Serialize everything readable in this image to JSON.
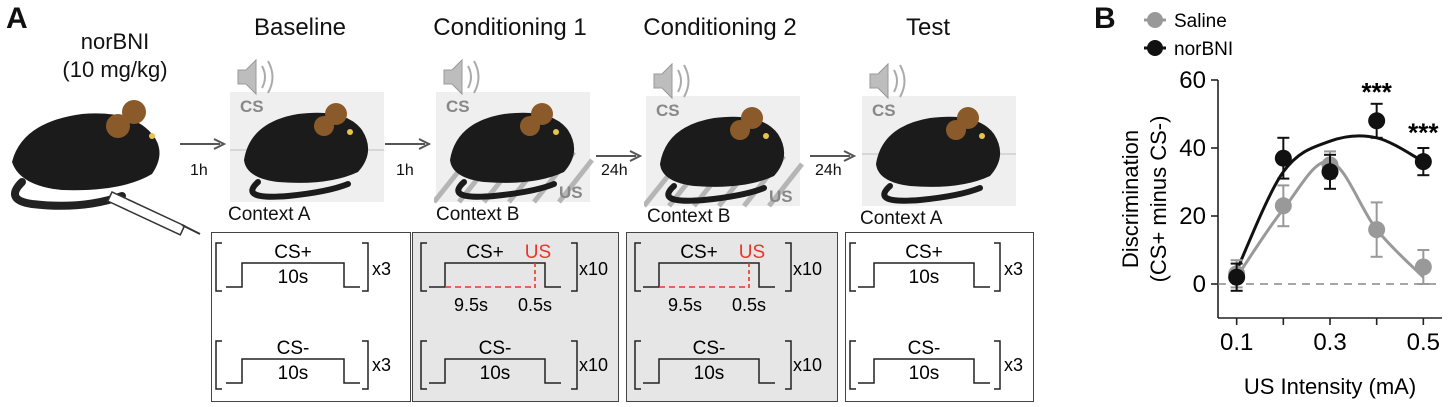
{
  "panel_a": {
    "letter": "A",
    "injection": {
      "drug": "norBNI",
      "dose": "(10 mg/kg)"
    },
    "stages": [
      {
        "title": "Baseline",
        "delay": "1h",
        "context": "Context A",
        "cs_label": "CS",
        "us_label": ""
      },
      {
        "title": "Conditioning 1",
        "delay": "1h",
        "context": "Context B",
        "cs_label": "CS",
        "us_label": "US"
      },
      {
        "title": "Conditioning 2",
        "delay": "24h",
        "context": "Context B",
        "cs_label": "CS",
        "us_label": "US"
      },
      {
        "title": "Test",
        "delay": "24h",
        "context": "Context A",
        "cs_label": "CS",
        "us_label": ""
      }
    ],
    "protocols": [
      {
        "cs_plus": "CS+",
        "cs_minus": "CS-",
        "duration": "10s",
        "reps_plus": "x3",
        "reps_minus": "x3",
        "us": "",
        "split_a": "",
        "split_b": ""
      },
      {
        "cs_plus": "CS+",
        "cs_minus": "CS-",
        "duration": "10s",
        "reps_plus": "x10",
        "reps_minus": "x10",
        "us": "US",
        "split_a": "9.5s",
        "split_b": "0.5s"
      },
      {
        "cs_plus": "CS+",
        "cs_minus": "CS-",
        "duration": "10s",
        "reps_plus": "x10",
        "reps_minus": "x10",
        "us": "US",
        "split_a": "9.5s",
        "split_b": "0.5s"
      },
      {
        "cs_plus": "CS+",
        "cs_minus": "CS-",
        "duration": "10s",
        "reps_plus": "x3",
        "reps_minus": "x3",
        "us": "",
        "split_a": "",
        "split_b": ""
      }
    ]
  },
  "panel_b": {
    "letter": "B"
  },
  "colors": {
    "saline": "#999999",
    "norbni": "#111111",
    "us_red": "#e8362a",
    "panel_grey": "#e6e6e6"
  },
  "chart_data": {
    "type": "scatter",
    "xlabel": "US Intensity (mA)",
    "ylabel": "Discrimination (CS+ minus CS-)",
    "ylabel_lines": [
      "Discrimination",
      "(CS+ minus CS-)"
    ],
    "xlim": [
      0.06,
      0.54
    ],
    "ylim": [
      -10,
      60
    ],
    "xticks": [
      0.1,
      0.2,
      0.3,
      0.4,
      0.5
    ],
    "xtick_labels": [
      "0.1",
      "",
      "0.3",
      "",
      "0.5"
    ],
    "yticks": [
      0,
      20,
      40,
      60
    ],
    "reference_line": 0,
    "legend_position": "top-left",
    "series": [
      {
        "name": "Saline",
        "color": "#999999",
        "x": [
          0.1,
          0.2,
          0.3,
          0.4,
          0.5
        ],
        "y": [
          3,
          23,
          35,
          16,
          5
        ],
        "err": [
          4,
          6,
          4,
          8,
          5
        ],
        "fit_y": [
          2,
          22,
          36,
          16,
          2
        ]
      },
      {
        "name": "norBNI",
        "color": "#111111",
        "x": [
          0.1,
          0.2,
          0.3,
          0.4,
          0.5
        ],
        "y": [
          2,
          37,
          33,
          48,
          36
        ],
        "err": [
          4,
          6,
          5,
          5,
          4
        ],
        "fit_y": [
          4,
          33,
          42,
          43,
          36
        ]
      }
    ],
    "annotations": [
      {
        "x": 0.4,
        "y": 58,
        "text": "***"
      },
      {
        "x": 0.5,
        "y": 46,
        "text": "***"
      }
    ]
  }
}
